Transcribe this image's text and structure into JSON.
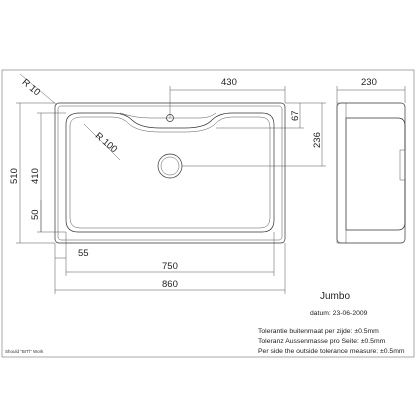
{
  "drawing": {
    "product_name": "Jumbo",
    "date_label": "datum: 23-06-2009",
    "tolerance_lines": [
      "Tolerantie buitenmaat per zijde: ±0.5mm",
      "Toleranz Aussenmasse pro Seite: ±0.5mm",
      "Per side the outside tolerance measure: ±0.5mm"
    ],
    "footer_note": "Should \"BrTl\" Work"
  },
  "dimensions": {
    "corner_radius": "R 10",
    "bowl_radius": "R 100",
    "tap_offset": "430",
    "depth": "230",
    "tap_deck": "67",
    "bowl_length": "236",
    "overall_width": "510",
    "bowl_width": "410",
    "drain_offset_y": "50",
    "drain_offset_x": "55",
    "bowl_span": "750",
    "overall_length": "860"
  }
}
